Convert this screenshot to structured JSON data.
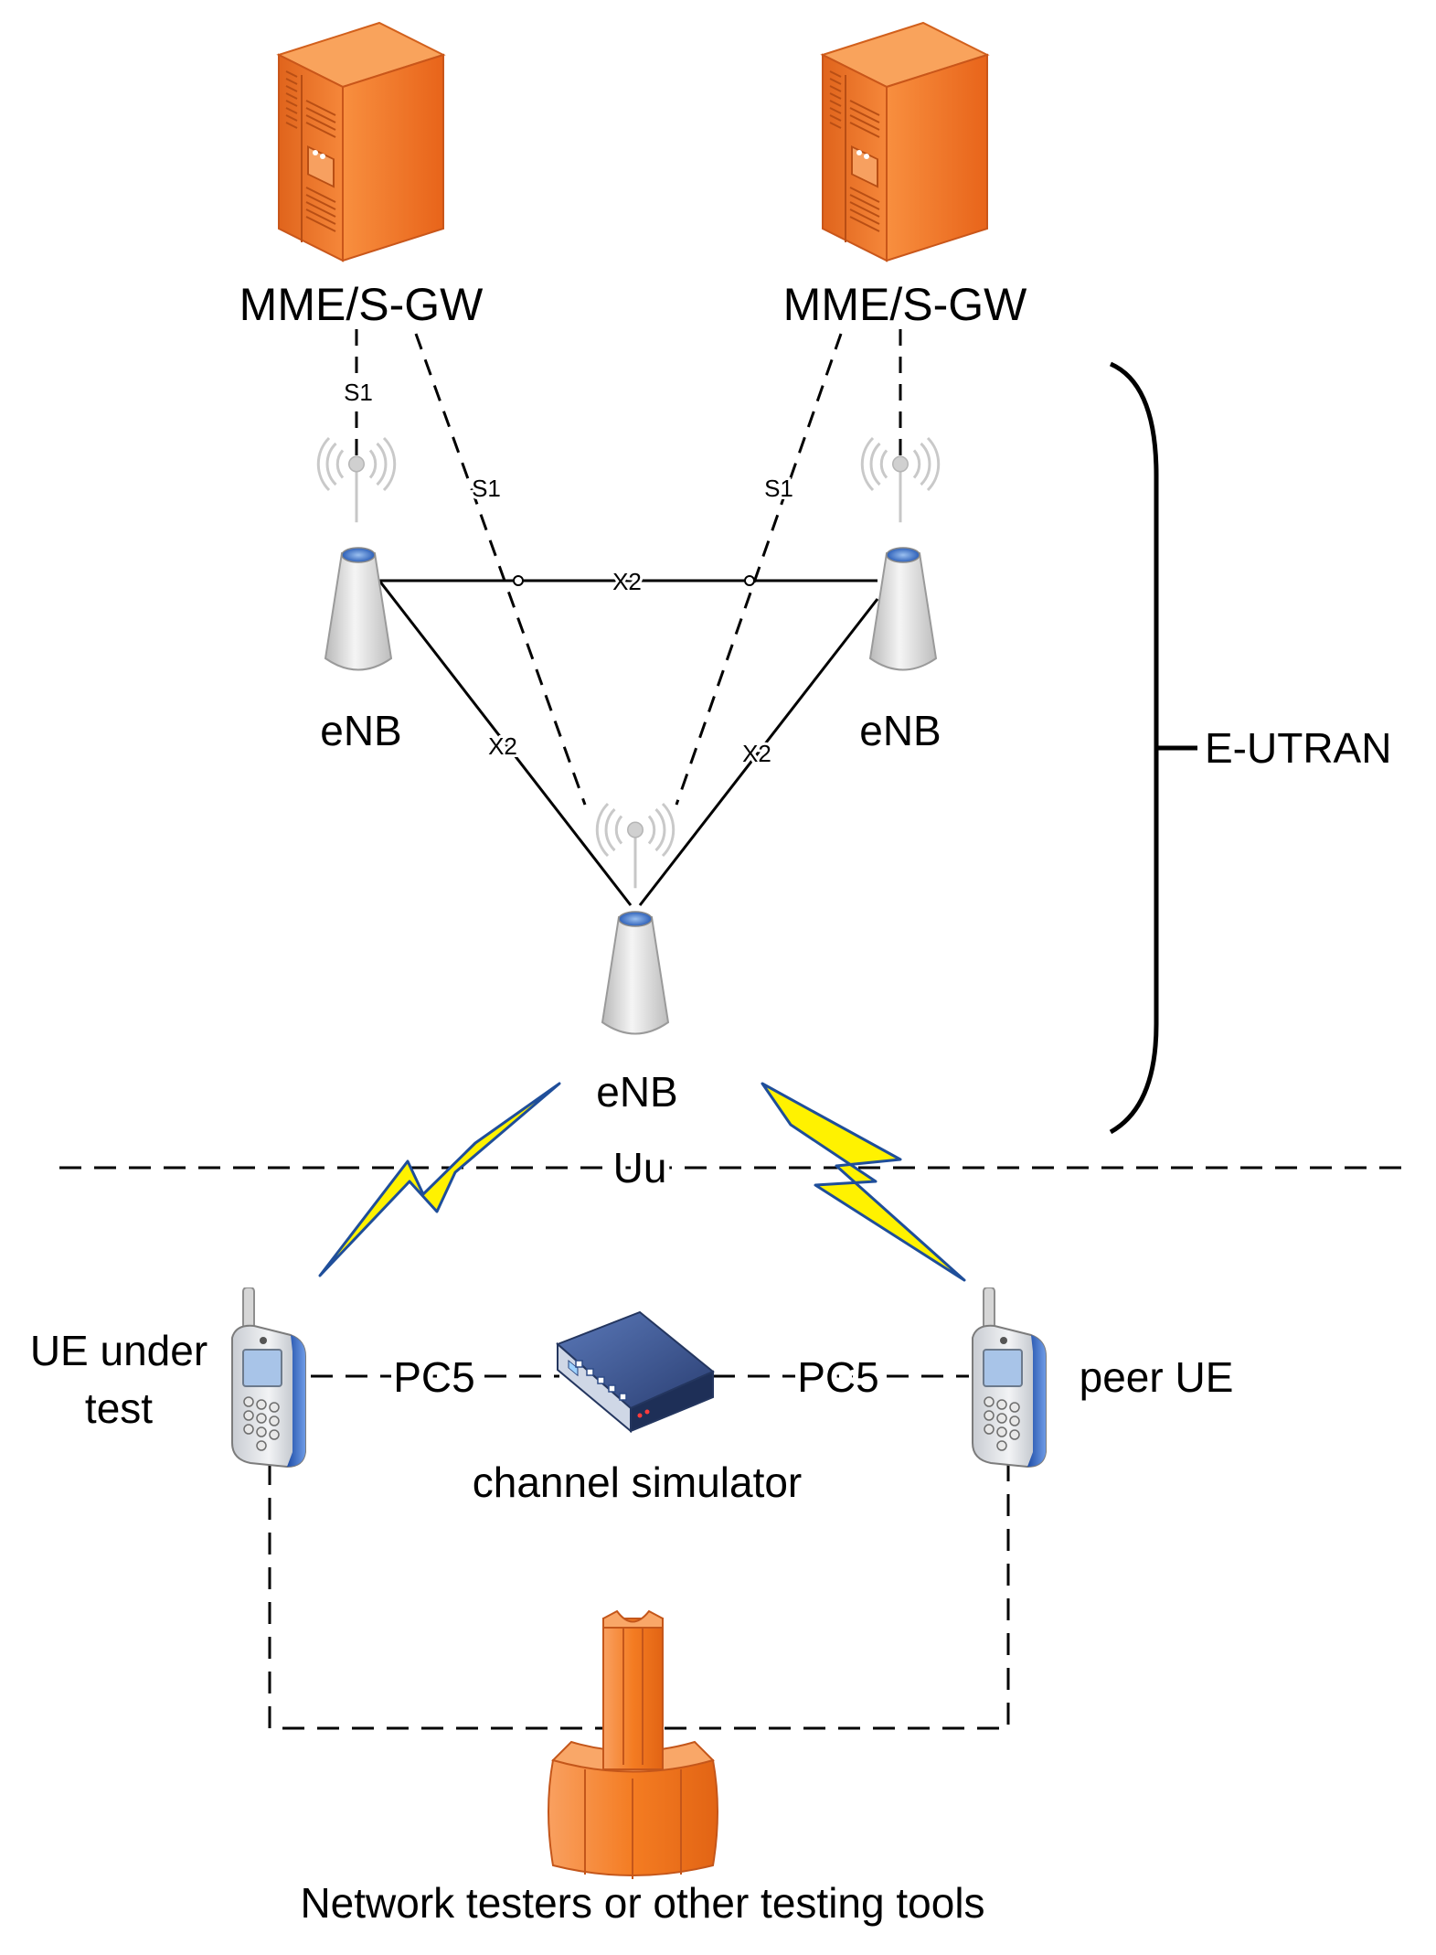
{
  "nodes": {
    "mme_left": "MME/S-GW",
    "mme_right": "MME/S-GW",
    "enb_left": "eNB",
    "enb_right": "eNB",
    "enb_bottom": "eNB",
    "ue_test_line1": "UE under",
    "ue_test_line2": "test",
    "peer_ue": "peer UE",
    "channel_simulator": "channel simulator",
    "testers": "Network testers or other testing tools"
  },
  "interfaces": {
    "s1_left_vertical": "S1",
    "s1_left_diagonal": "S1",
    "s1_right_diagonal": "S1",
    "x2_top": "X2",
    "x2_left": "X2",
    "x2_right": "X2",
    "uu": "Uu",
    "pc5_left": "PC5",
    "pc5_right": "PC5"
  },
  "groups": {
    "eutran": "E-UTRAN"
  },
  "colors": {
    "server_orange": "#F58A2E",
    "tester_orange": "#F7862C",
    "lightning_yellow": "#FFF200",
    "lightning_outline": "#1F4E9A",
    "antenna_blue": "#3A6FC4",
    "router_blue": "#2E4A86"
  }
}
